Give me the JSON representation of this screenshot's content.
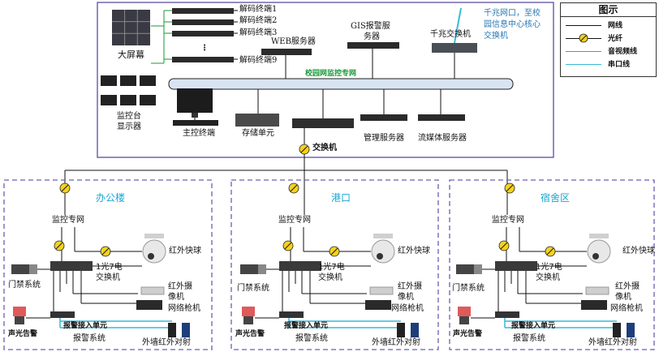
{
  "legend": {
    "title": "图示",
    "items": [
      {
        "label": "网线",
        "kind": "network",
        "color": "#111111"
      },
      {
        "label": "光纤",
        "kind": "fiber",
        "color": "#111111"
      },
      {
        "label": "音视频线",
        "kind": "av",
        "color": "#e05a5a"
      },
      {
        "label": "串口线",
        "kind": "serial",
        "color": "#39b9d6"
      }
    ]
  },
  "control_center": {
    "big_screen": "大屏幕",
    "decoders": [
      "解码终端1",
      "解码终端2",
      "解码终端3",
      "解码终端9"
    ],
    "decoder_ellipsis": "⋮",
    "web_server": "WEB服务器",
    "gis_server": "GIS报警服务器",
    "gis_server_line1": "GIS报警服",
    "gis_server_line2": "务器",
    "gigabit_switch": "千兆交换机",
    "uplink_note_lines": [
      "千兆网口，至校",
      "园信息中心核心",
      "交换机"
    ],
    "monitor_desk_lines": [
      "监控台",
      "显示器"
    ],
    "bus_label": "校园网监控专网",
    "main_terminal": "主控终端",
    "storage_unit": "存储单元",
    "mgmt_server": "管理服务器",
    "stream_server": "流媒体服务器",
    "core_switch": "交换机"
  },
  "sites": [
    {
      "name": "办公楼"
    },
    {
      "name": "港口"
    },
    {
      "name": "宿舍区"
    }
  ],
  "site_labels": {
    "private_net": "监控专网",
    "ptz_camera": "红外快球",
    "fiber_switch_lines": [
      "1光7电",
      "交换机"
    ],
    "access_control": "门禁系统",
    "ir_camera_lines": [
      "红外摄",
      "像机"
    ],
    "bullet_camera": "网络枪机",
    "alarm_unit": "报警接入单元",
    "sound_light_alarm": "声光告警",
    "alarm_system": "报警系统",
    "ir_beam": "外墙红外对射"
  },
  "colors": {
    "frame_border": "#5a4fa0",
    "site_border": "#6a5fb5",
    "bus_fill": "#d9e4f2",
    "fiber_yellow": "#f5d21e",
    "serial_cyan": "#39b9d6",
    "av_red": "#e05a5a"
  }
}
